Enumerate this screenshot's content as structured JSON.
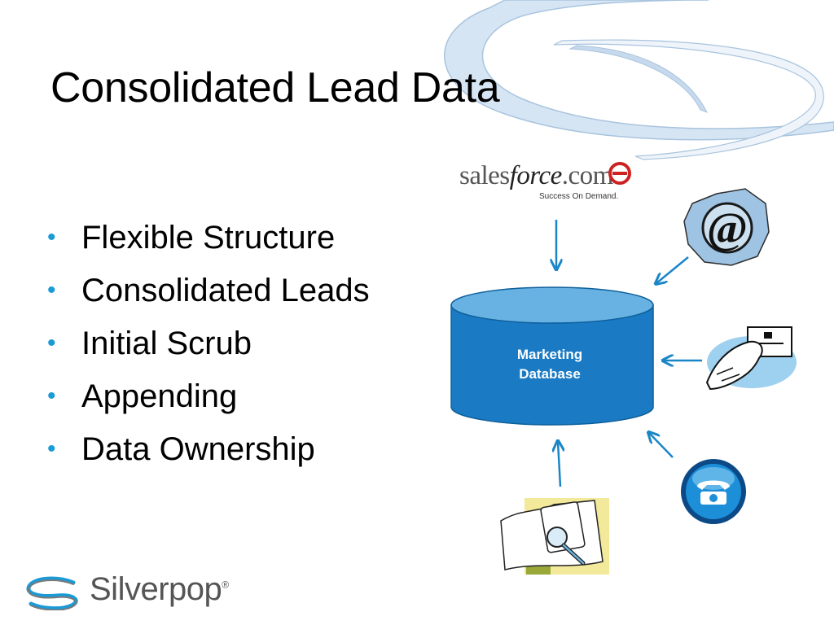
{
  "slide": {
    "title": "Consolidated Lead Data",
    "bullets": [
      "Flexible Structure",
      "Consolidated Leads",
      "Initial Scrub",
      "Appending",
      "Data Ownership"
    ]
  },
  "diagram": {
    "database_label_line1": "Marketing",
    "database_label_line2": "Database",
    "salesforce_logo_text_1": "sales",
    "salesforce_logo_text_2": "force",
    "salesforce_logo_text_3": ".com",
    "salesforce_tagline": "Success On Demand.",
    "sources": [
      "salesforce-logo",
      "email-at-icon",
      "hand-card-icon",
      "phone-icon",
      "search-document-icon"
    ]
  },
  "footer": {
    "brand": "Silverpop",
    "registered": "®"
  },
  "colors": {
    "database_fill": "#1a7bc4",
    "database_top": "#67b2e3",
    "arrow": "#1a86c8",
    "bullet": "#1a9ad6",
    "swoosh": "#c9dcee"
  }
}
